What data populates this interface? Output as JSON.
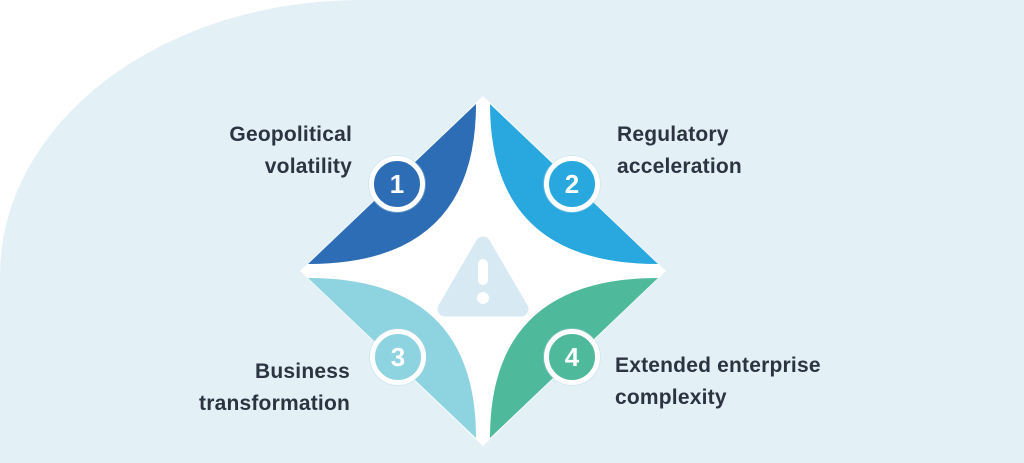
{
  "page": {
    "outer_background": "#ffffff",
    "panel_background": "#e3f1f7"
  },
  "diagram": {
    "inner_color": "#ffffff",
    "text_color": "#2b3440",
    "center_icon": {
      "name": "warning-triangle-icon",
      "color": "#d7e9f3",
      "mark_color": "#ffffff"
    },
    "items": [
      {
        "number": "1",
        "color": "#2d6db5",
        "label_line1": "Geopolitical",
        "label_line2": "volatility"
      },
      {
        "number": "2",
        "color": "#29a8e0",
        "label_line1": "Regulatory",
        "label_line2": "acceleration"
      },
      {
        "number": "3",
        "color": "#8ed3e0",
        "label_line1": "Business",
        "label_line2": "transformation"
      },
      {
        "number": "4",
        "color": "#4fb99b",
        "label_line1": "Extended enterprise",
        "label_line2": "complexity"
      }
    ]
  }
}
